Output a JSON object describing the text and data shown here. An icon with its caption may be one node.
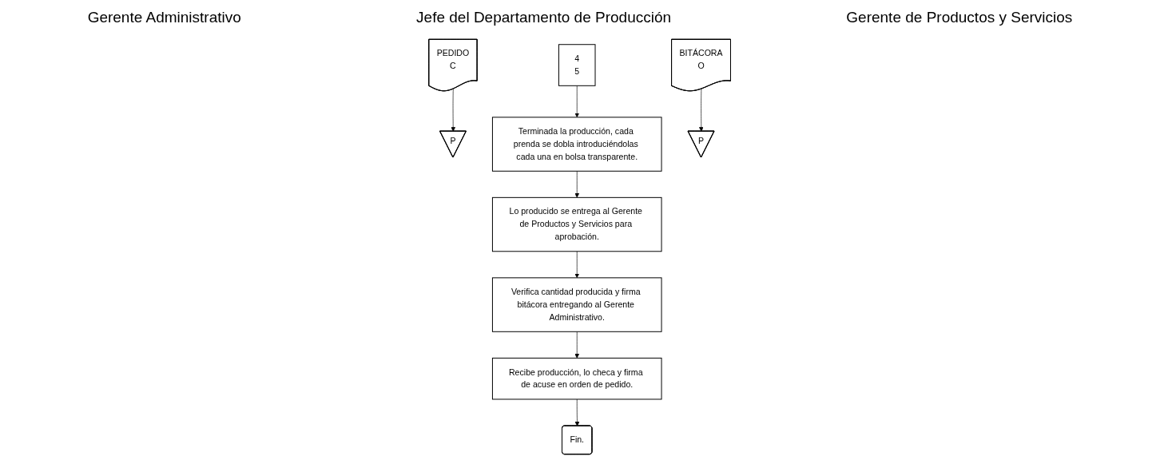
{
  "diagram": {
    "nodes": [
      {
        "text": [
          "Recibe producción, lo checa y firma de acuse en orden de pedido."
        ]
      },
      {
        "text": [
          "PEDIDO",
          "C"
        ]
      },
      {
        "text": [
          "P"
        ]
      },
      {
        "text": [
          "Fin."
        ]
      },
      {
        "text": [
          "4",
          "5"
        ]
      },
      {
        "text": [
          "Terminada la producción, cada prenda se dobla introduciéndolas cada una en bolsa transparente."
        ]
      },
      {
        "text": [
          "Lo producido se entrega al Gerente de Productos y Servicios para aprobación."
        ]
      },
      {
        "text": [
          "Verifica cantidad producida y firma bitácora entregando al Gerente Administrativo."
        ]
      },
      {
        "text": [
          "BITÁCORA",
          "O"
        ]
      },
      {
        "text": [
          "P"
        ]
      }
    ],
    "edges": [
      {
        "from": 4,
        "to": 5,
        "arrow": "to"
      },
      {
        "from": 5,
        "to": 6,
        "arrow": "to"
      },
      {
        "from": 6,
        "to": 7,
        "arrow": "to"
      },
      {
        "from": 7,
        "to": 0,
        "arrow": "to"
      },
      {
        "from": 0,
        "to": 3,
        "arrow": "to"
      },
      {
        "from": 1,
        "to": 2,
        "arrow": "to"
      },
      {
        "from": 8,
        "to": 9,
        "arrow": "to"
      }
    ],
    "labels": [
      "Gerente Administrativo",
      "Jefe del Departamento de Producción",
      "Gerente de Productos y Servicios"
    ]
  }
}
